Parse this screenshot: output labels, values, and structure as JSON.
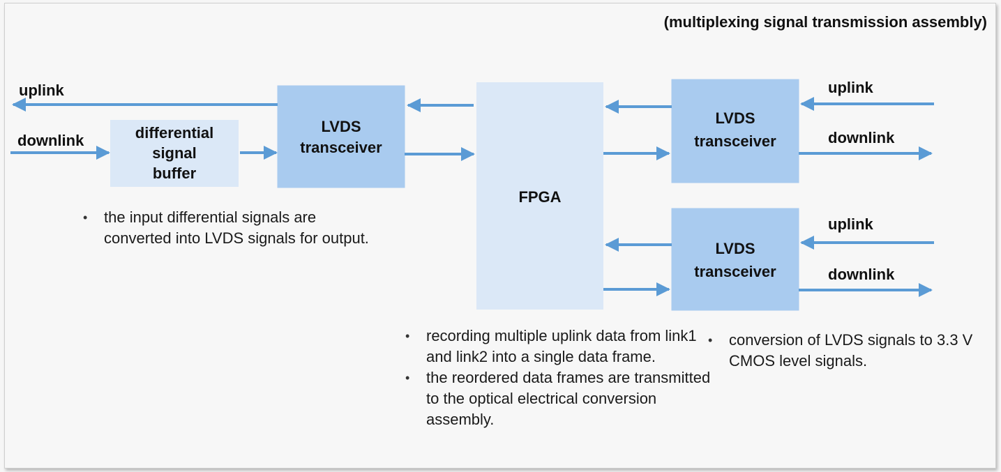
{
  "heading": "(multiplexing signal transmission assembly)",
  "colors": {
    "arrow": "#5b9bd5",
    "box_fill": "#a9cbef",
    "box_stroke": "#a9cbef",
    "buffer_fill": "#dbe8f7",
    "fpga_fill": "#dbe8f7"
  },
  "left_side": {
    "uplink_label": "uplink",
    "downlink_label": "downlink"
  },
  "blocks": {
    "buffer": [
      "differential",
      "signal",
      "buffer"
    ],
    "lvds_left": [
      "LVDS",
      "transceiver"
    ],
    "fpga": [
      "FPGA"
    ],
    "lvds_right_top": [
      "LVDS",
      "transceiver"
    ],
    "lvds_right_bottom": [
      "LVDS",
      "transceiver"
    ]
  },
  "right_side": {
    "top": {
      "uplink_label": "uplink",
      "downlink_label": "downlink"
    },
    "bottom": {
      "uplink_label": "uplink",
      "downlink_label": "downlink"
    }
  },
  "notes": {
    "buffer": [
      "the input differential signals are converted into LVDS signals for output."
    ],
    "fpga": [
      "recording multiple uplink data from link1 and link2 into a single data frame.",
      "the reordered data frames are transmitted to the optical electrical conversion assembly."
    ],
    "lvds": [
      "conversion of LVDS signals to 3.3 V CMOS level signals."
    ]
  }
}
